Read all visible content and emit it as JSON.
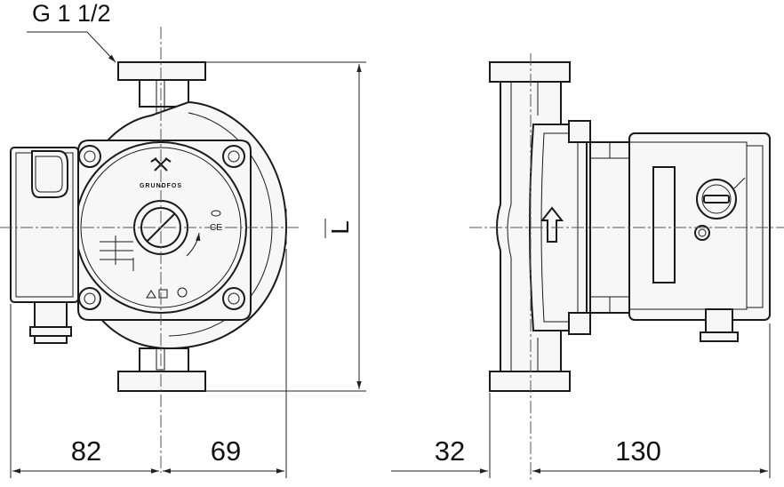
{
  "labels": {
    "thread": "G 1 1/2",
    "length": "L",
    "dim_left": "82",
    "dim_mid": "69",
    "dim_side_a": "32",
    "dim_side_b": "130"
  },
  "logo": {
    "brand": "GRUNDFOS",
    "marks": "CE"
  },
  "colors": {
    "line": "#1a1a1a",
    "background": "#ffffff"
  }
}
